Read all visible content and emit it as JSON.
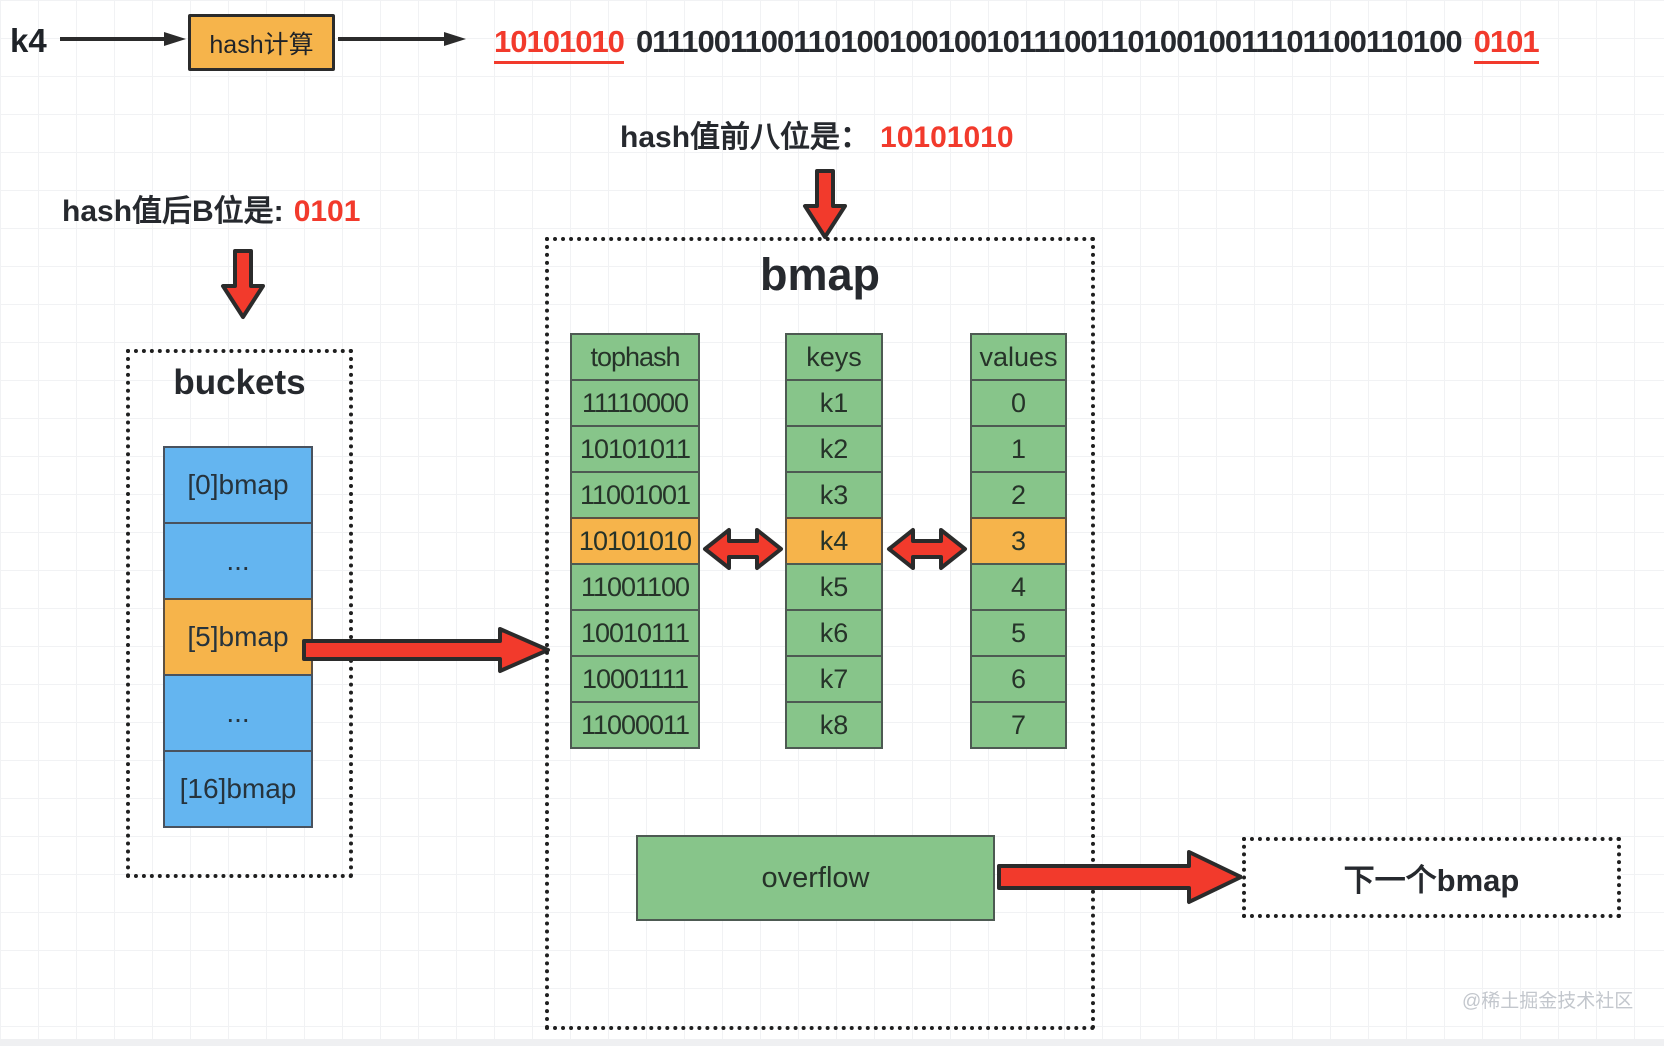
{
  "colors": {
    "orange": "#f6b44b",
    "blue": "#64b5f0",
    "green": "#87c58a",
    "red": "#f23a2c"
  },
  "top_flow": {
    "key": "k4",
    "hash_box": "hash计算",
    "hash_prefix": "10101010",
    "hash_middle": "0111001100110100100100101110011010010011101100110100",
    "hash_suffix": "0101"
  },
  "labels": {
    "front_eight": {
      "text": "hash值前八位是：",
      "value": "10101010"
    },
    "back_b": {
      "text": "hash值后B位是:",
      "value": "0101"
    }
  },
  "buckets": {
    "title": "buckets",
    "cells": [
      {
        "label": "[0]bmap",
        "highlight": false
      },
      {
        "label": "...",
        "highlight": false
      },
      {
        "label": "[5]bmap",
        "highlight": true
      },
      {
        "label": "...",
        "highlight": false
      },
      {
        "label": "[16]bmap",
        "highlight": false
      }
    ]
  },
  "bmap": {
    "title": "bmap",
    "highlight_row": 3,
    "columns": [
      {
        "header": "tophash",
        "cells": [
          "11110000",
          "10101011",
          "11001001",
          "10101010",
          "11001100",
          "10010111",
          "10001111",
          "11000011"
        ]
      },
      {
        "header": "keys",
        "cells": [
          "k1",
          "k2",
          "k3",
          "k4",
          "k5",
          "k6",
          "k7",
          "k8"
        ]
      },
      {
        "header": "values",
        "cells": [
          "0",
          "1",
          "2",
          "3",
          "4",
          "5",
          "6",
          "7"
        ]
      }
    ],
    "overflow": "overflow"
  },
  "next_bmap": "下一个bmap",
  "watermark": "@稀土掘金技术社区"
}
